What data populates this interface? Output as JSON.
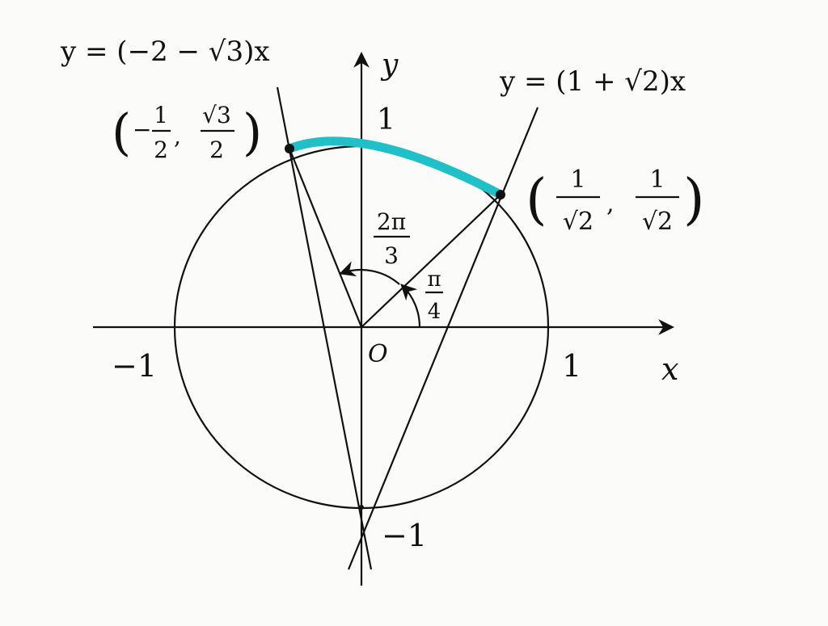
{
  "colors": {
    "arc": "#1fc0c8",
    "ink": "#111111",
    "background": "#fbfbf9"
  },
  "equations": {
    "left": "y = (−2 − √3)x",
    "right": "y = (1 + √2)x"
  },
  "axes": {
    "x_label": "x",
    "y_label": "y",
    "origin": "O",
    "x_pos_tick": "1",
    "x_neg_tick": "−1",
    "y_pos_tick": "1",
    "y_neg_tick": "−1"
  },
  "point_left": {
    "open": "(",
    "sign": "−",
    "num1": "1",
    "den1": "2",
    "comma": ",",
    "num2": "√3",
    "den2": "2",
    "close": ")"
  },
  "point_right": {
    "open": "(",
    "num1": "1",
    "den1": "√2",
    "comma": ",",
    "num2": "1",
    "den2": "√2",
    "close": ")"
  },
  "angles": {
    "big_num": "2π",
    "big_den": "3",
    "small_num": "π",
    "small_den": "4"
  }
}
